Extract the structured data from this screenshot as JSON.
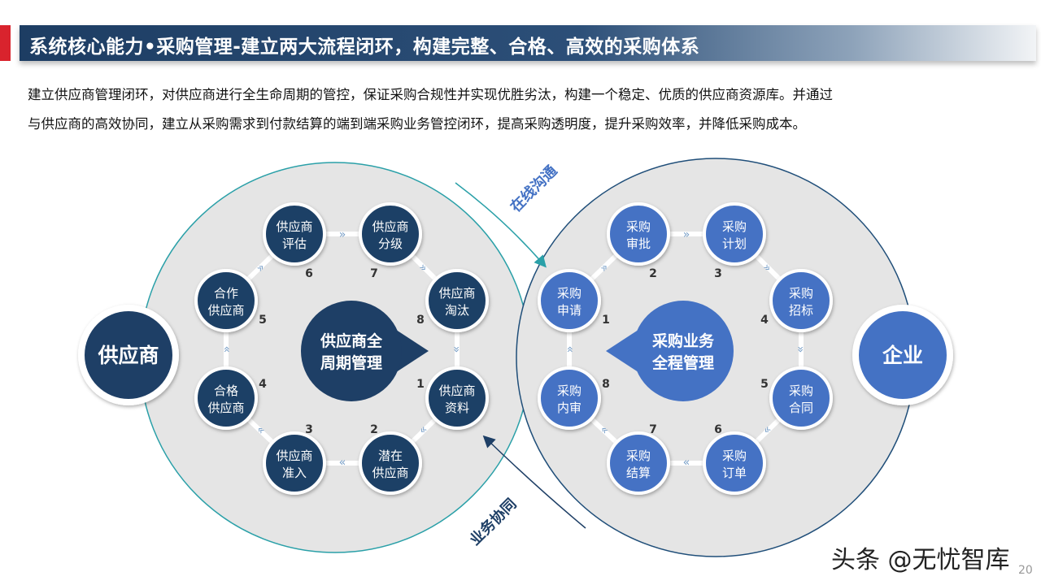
{
  "header": {
    "title": "系统核心能力•采购管理-建立两大流程闭环，构建完整、合格、高效的采购体系"
  },
  "intro": {
    "line1": "建立供应商管理闭环，对供应商进行全生命周期的管控，保证采购合规性并实现优胜劣汰，构建一个稳定、优质的供应商资源库。并通过",
    "line2": "与供应商的高效协同，建立从采购需求到付款结算的端到端采购业务管控闭环，提高采购透明度，提升采购效率，并降低采购成本。"
  },
  "colors": {
    "accent_red": "#d9232d",
    "navy": "#1e3f66",
    "blue": "#4472c4",
    "teal": "#2aa0a8"
  },
  "left_loop": {
    "endpoint": "供应商",
    "center": [
      "供应商全",
      "周期管理"
    ],
    "nodes": [
      {
        "num": "1",
        "lines": [
          "供应商",
          "资料"
        ]
      },
      {
        "num": "2",
        "lines": [
          "潜在",
          "供应商"
        ]
      },
      {
        "num": "3",
        "lines": [
          "供应商",
          "准入"
        ]
      },
      {
        "num": "4",
        "lines": [
          "合格",
          "供应商"
        ]
      },
      {
        "num": "5",
        "lines": [
          "合作",
          "供应商"
        ]
      },
      {
        "num": "6",
        "lines": [
          "供应商",
          "评估"
        ]
      },
      {
        "num": "7",
        "lines": [
          "供应商",
          "分级"
        ]
      },
      {
        "num": "8",
        "lines": [
          "供应商",
          "淘汰"
        ]
      }
    ]
  },
  "right_loop": {
    "endpoint": "企业",
    "center": [
      "采购业务",
      "全程管理"
    ],
    "nodes": [
      {
        "num": "1",
        "lines": [
          "采购",
          "申请"
        ]
      },
      {
        "num": "2",
        "lines": [
          "采购",
          "审批"
        ]
      },
      {
        "num": "3",
        "lines": [
          "采购",
          "计划"
        ]
      },
      {
        "num": "4",
        "lines": [
          "采购",
          "招标"
        ]
      },
      {
        "num": "5",
        "lines": [
          "采购",
          "合同"
        ]
      },
      {
        "num": "6",
        "lines": [
          "采购",
          "订单"
        ]
      },
      {
        "num": "7",
        "lines": [
          "采购",
          "结算"
        ]
      },
      {
        "num": "8",
        "lines": [
          "采购",
          "内审"
        ]
      }
    ]
  },
  "flows": {
    "top": "在线沟通",
    "bottom": "业务协同"
  },
  "watermark": "头条 @无忧智库",
  "page_number": "20"
}
